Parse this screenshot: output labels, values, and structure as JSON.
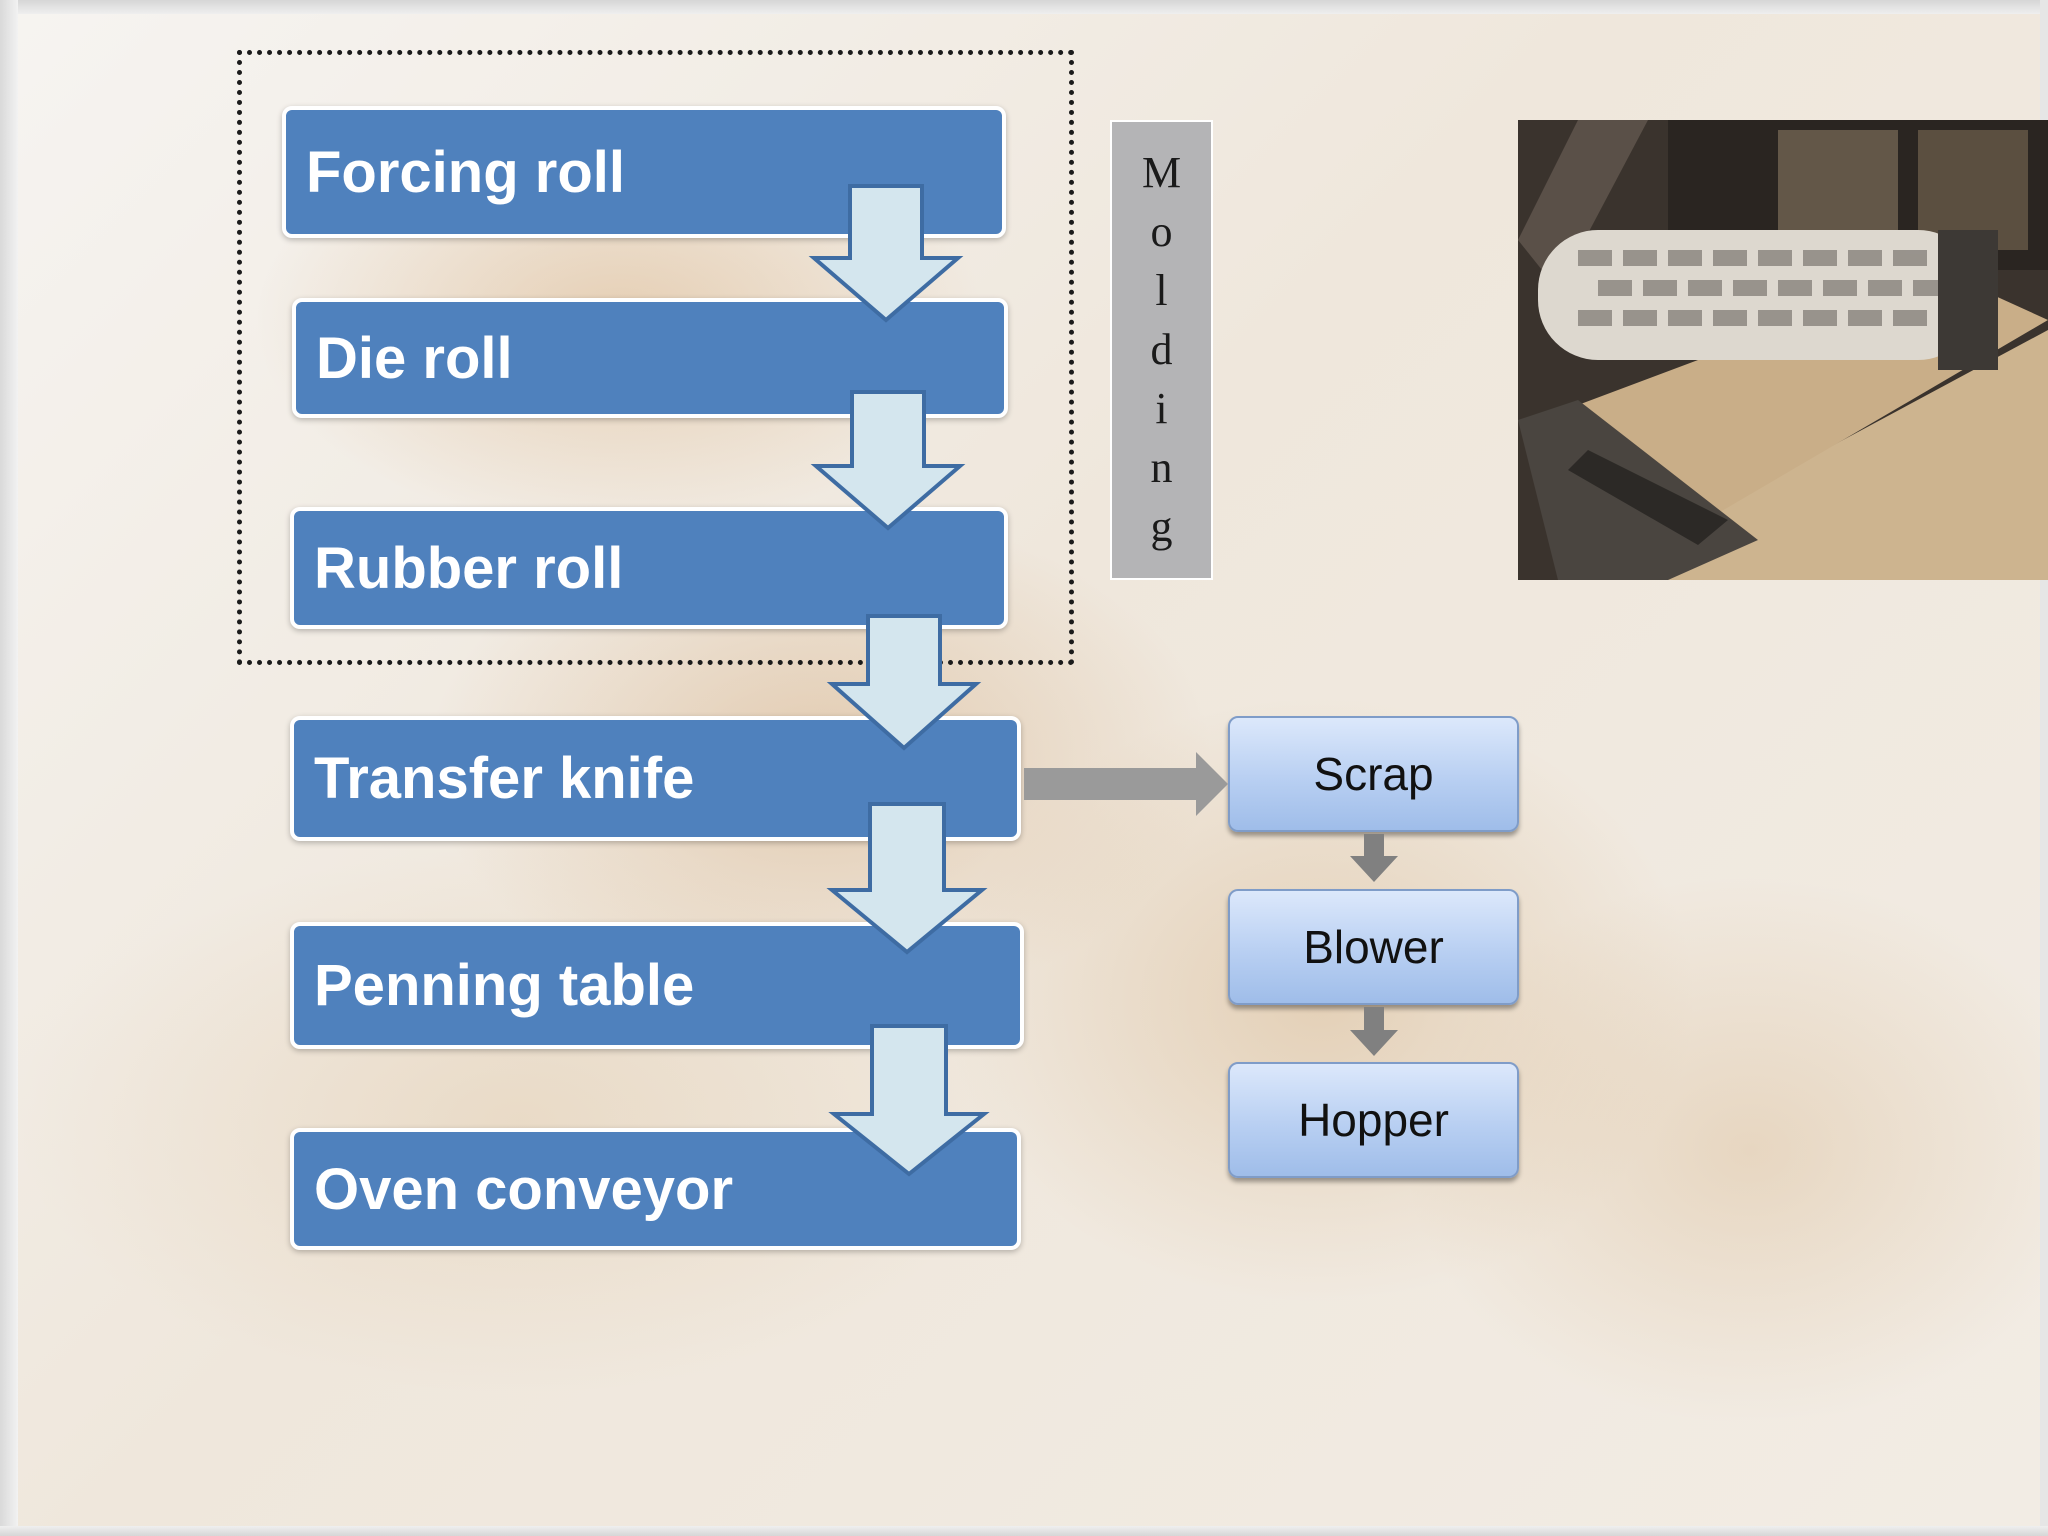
{
  "flow": {
    "steps": [
      {
        "label": "Forcing roll"
      },
      {
        "label": "Die roll"
      },
      {
        "label": "Rubber roll"
      },
      {
        "label": "Transfer knife"
      },
      {
        "label": "Penning table"
      },
      {
        "label": "Oven conveyor"
      }
    ]
  },
  "group": {
    "letters": [
      "M",
      "o",
      "l",
      "d",
      "i",
      "n",
      "g"
    ]
  },
  "scrap_flow": {
    "steps": [
      {
        "label": "Scrap"
      },
      {
        "label": "Blower"
      },
      {
        "label": "Hopper"
      }
    ]
  },
  "colors": {
    "step_fill": "#4f81bd",
    "arrow_fill": "#d4e6ee",
    "arrow_stroke": "#3e6ca3",
    "side_box_fill": "#b8cff2",
    "connector_gray": "#9a9a9a",
    "group_label_fill": "#b4b4b6"
  },
  "icons": {
    "photo": "dough-sheeting-roller-photo"
  }
}
